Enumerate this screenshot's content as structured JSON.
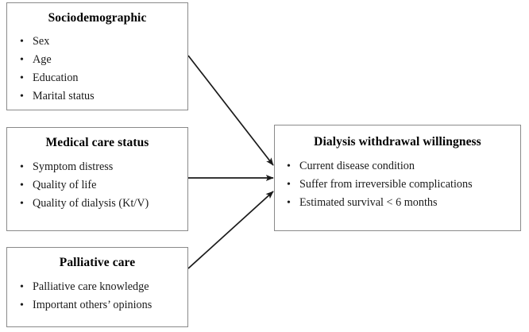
{
  "diagram": {
    "type": "conceptual-framework",
    "orientation": "left-to-right",
    "predictor_boxes": [
      {
        "id": "sociodemographic",
        "title": "Sociodemographic",
        "items": [
          "Sex",
          "Age",
          "Education",
          "Marital status"
        ]
      },
      {
        "id": "medical-care-status",
        "title": "Medical care status",
        "items": [
          "Symptom distress",
          "Quality of life",
          "Quality of dialysis (Kt/V)"
        ]
      },
      {
        "id": "palliative-care",
        "title": "Palliative care",
        "items": [
          "Palliative care knowledge",
          "Important others’ opinions"
        ]
      }
    ],
    "outcome_box": {
      "id": "dialysis-withdrawal-willingness",
      "title": "Dialysis withdrawal willingness",
      "items": [
        "Current disease condition",
        "Suffer from irreversible complications",
        "Estimated survival < 6 months"
      ]
    },
    "bullet_glyph": "•",
    "arrows": [
      {
        "id": "arrow-sociodemographic-to-outcome",
        "from": "sociodemographic",
        "to": "dialysis-withdrawal-willingness",
        "direction": "down-right"
      },
      {
        "id": "arrow-medical-to-outcome",
        "from": "medical-care-status",
        "to": "dialysis-withdrawal-willingness",
        "direction": "right"
      },
      {
        "id": "arrow-palliative-to-outcome",
        "from": "palliative-care",
        "to": "dialysis-withdrawal-willingness",
        "direction": "up-right"
      }
    ],
    "colors": {
      "border": "#8a8a8a",
      "text": "#1a1a1a",
      "title": "#000000",
      "arrow": "#1a1a1a",
      "background": "#ffffff"
    }
  }
}
